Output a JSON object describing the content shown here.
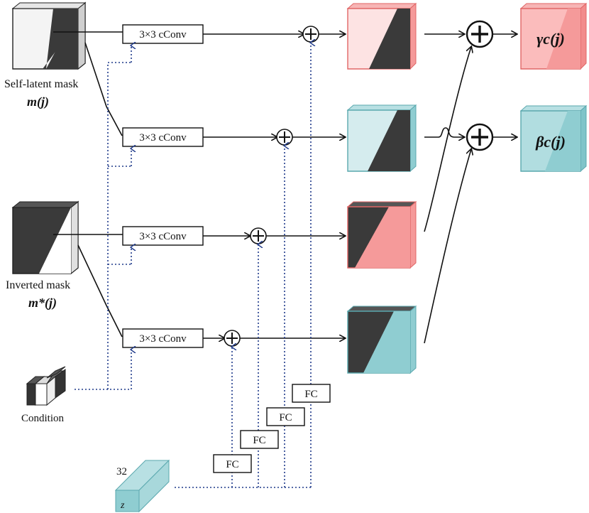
{
  "conv_label": "3×3 cConv",
  "fc_label": "FC",
  "inputs": {
    "self_latent_label": "Self-latent mask",
    "self_latent_math": "m(j)",
    "inverted_label": "Inverted mask",
    "inverted_math": "m*(j)",
    "condition_label": "Condition",
    "z_size": "32",
    "z_label": "z"
  },
  "outputs": {
    "gamma_label": "γc(j)",
    "beta_label": "βc(j)"
  },
  "colors": {
    "pink_light": "#fde3e3",
    "pink": "#f59a9a",
    "pink_edge": "#e06666",
    "teal_light": "#d5ecee",
    "teal": "#8fcdd1",
    "teal_edge": "#5aa8ae",
    "dark": "#3a3a3a",
    "dotted": "#1f3a8a"
  }
}
